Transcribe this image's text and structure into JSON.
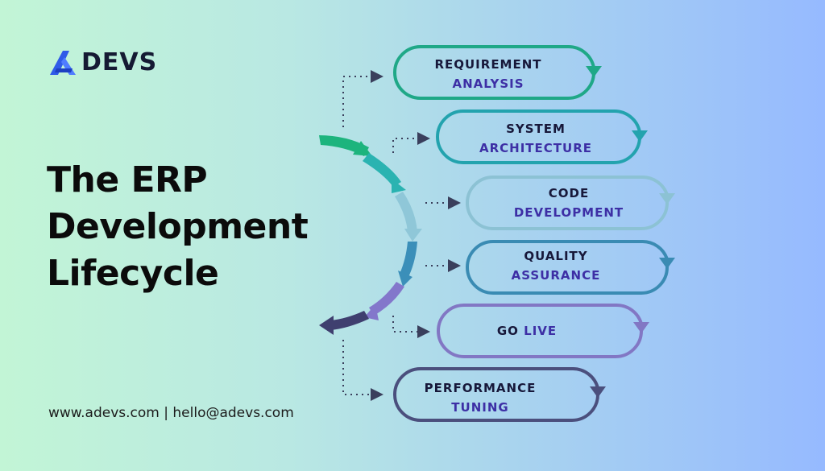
{
  "brand": {
    "name_a": "A",
    "name_rest": "DEVS"
  },
  "title": {
    "line1": "The ERP",
    "line2": "Development",
    "line3": "Lifecycle"
  },
  "contact": "www.adevs.com | hello@adevs.com",
  "steps": [
    {
      "line1": "REQUIREMENT",
      "line2": "ANALYSIS",
      "color": "#1fa887"
    },
    {
      "line1": "SYSTEM",
      "line2": "ARCHITECTURE",
      "color": "#23a3ae"
    },
    {
      "line1": "CODE",
      "line2": "DEVELOPMENT",
      "color": "#8cc2d4"
    },
    {
      "line1": "QUALITY",
      "line2": "ASSURANCE",
      "color": "#3a8bb3"
    },
    {
      "line1": "GO",
      "line2": "LIVE",
      "color": "#8277c4"
    },
    {
      "line1": "PERFORMANCE",
      "line2": "TUNING",
      "color": "#4b4f7d"
    }
  ],
  "colors": {
    "arc": [
      "#1db47d",
      "#2ab3b1",
      "#8fc7d8",
      "#3b8fb9",
      "#8377cb",
      "#3f3f6f"
    ],
    "logo_accent": "#2f5be8",
    "text_dark": "#17183a",
    "text_accent": "#3d2fa5"
  }
}
